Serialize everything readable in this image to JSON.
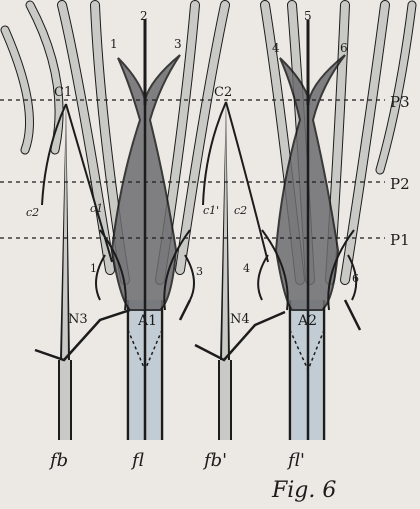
{
  "figure": {
    "caption": "Fig. 6",
    "plane_labels": [
      "P3",
      "P2",
      "P1"
    ],
    "cell_labels": [
      "C1",
      "C2"
    ],
    "node_labels": [
      "N3",
      "N4"
    ],
    "axon_labels": [
      "A1",
      "A2"
    ],
    "fiber_numbers": [
      "1",
      "2",
      "3",
      "4",
      "5",
      "6"
    ],
    "small_numbers": [
      "1",
      "3",
      "4",
      "6"
    ],
    "branch_labels": [
      "c1",
      "c2",
      "c1'",
      "c2"
    ],
    "bottom_labels": [
      "fb",
      "fl",
      "fb'",
      "fl'"
    ],
    "colors": {
      "ink": "#1c1c1c",
      "strand_fill": "#c9c9c5",
      "dark_fill": "#6c6c70",
      "blue": "#9fb4c9",
      "background": "#ece9e4"
    }
  }
}
